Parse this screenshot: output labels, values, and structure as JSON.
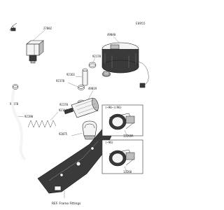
{
  "page": {
    "number": "E0955"
  },
  "callouts": {
    "relay": "27002",
    "pump": "49040",
    "clamp_upper": "92170",
    "sleeve": "92161",
    "clamp_mid": "92170",
    "clamp_left": "92170",
    "hose": "92190",
    "clamp_lower": "92170",
    "spring": "92144",
    "filter": "49019",
    "bracket": "92075",
    "box_a_caption": "(~96~)(96)",
    "box_a_part": "13260A",
    "box_b_caption": "(~96)",
    "box_b_part": "13260"
  },
  "reference": "REF. Frame Fittings"
}
